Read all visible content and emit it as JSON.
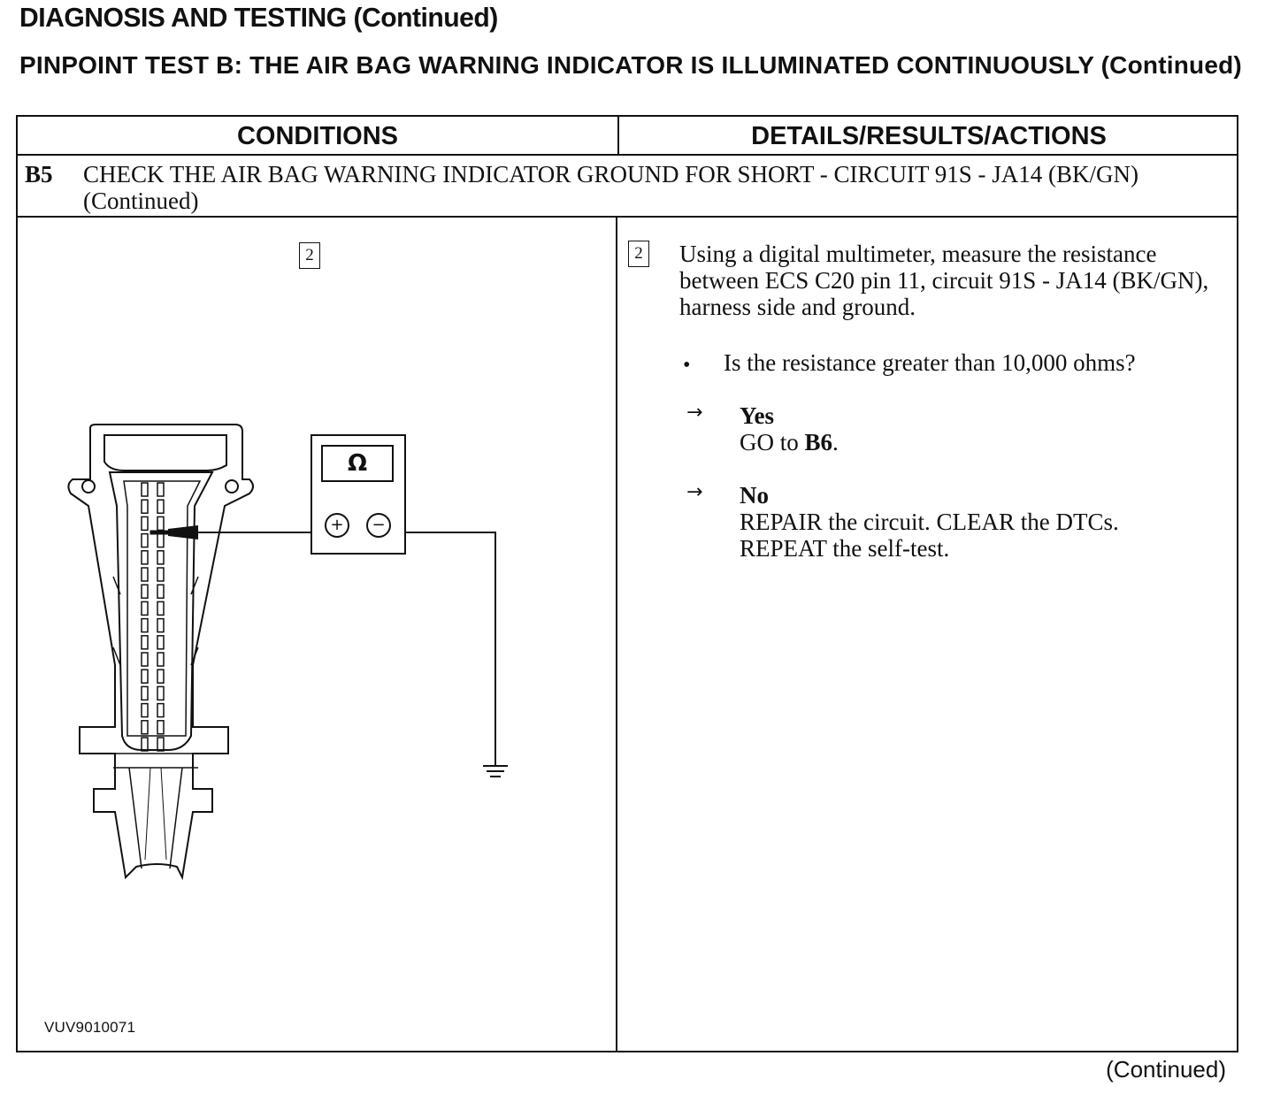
{
  "header": {
    "section_title": "DIAGNOSIS AND TESTING (Continued)",
    "pinpoint_title": "PINPOINT TEST B: THE AIR BAG WARNING INDICATOR IS ILLUMINATED CONTINUOUSLY (Continued)"
  },
  "table": {
    "columns": [
      "CONDITIONS",
      "DETAILS/RESULTS/ACTIONS"
    ],
    "step": {
      "id": "B5",
      "title": "CHECK THE AIR BAG WARNING INDICATOR GROUND FOR SHORT - CIRCUIT 91S - JA14 (BK/GN) (Continued)"
    }
  },
  "conditions": {
    "substep_number": "2",
    "meter_symbol": "Ω",
    "meter_plus": "+",
    "meter_minus": "−",
    "figure_id": "VUV9010071"
  },
  "details": {
    "substep_number": "2",
    "instruction": "Using a digital multimeter, measure the resistance between ECS C20 pin 11, circuit 91S - JA14 (BK/GN), harness side and ground.",
    "bullet": "•",
    "question": "Is the resistance greater than 10,000 ohms?",
    "arrow_symbol": "→",
    "results": [
      {
        "label": "Yes",
        "action_prefix": "GO to ",
        "action_bold": "B6",
        "action_suffix": "."
      },
      {
        "label": "No",
        "action_text": "REPAIR the circuit. CLEAR the DTCs. REPEAT the self-test."
      }
    ]
  },
  "footer": {
    "continued": "(Continued)"
  }
}
